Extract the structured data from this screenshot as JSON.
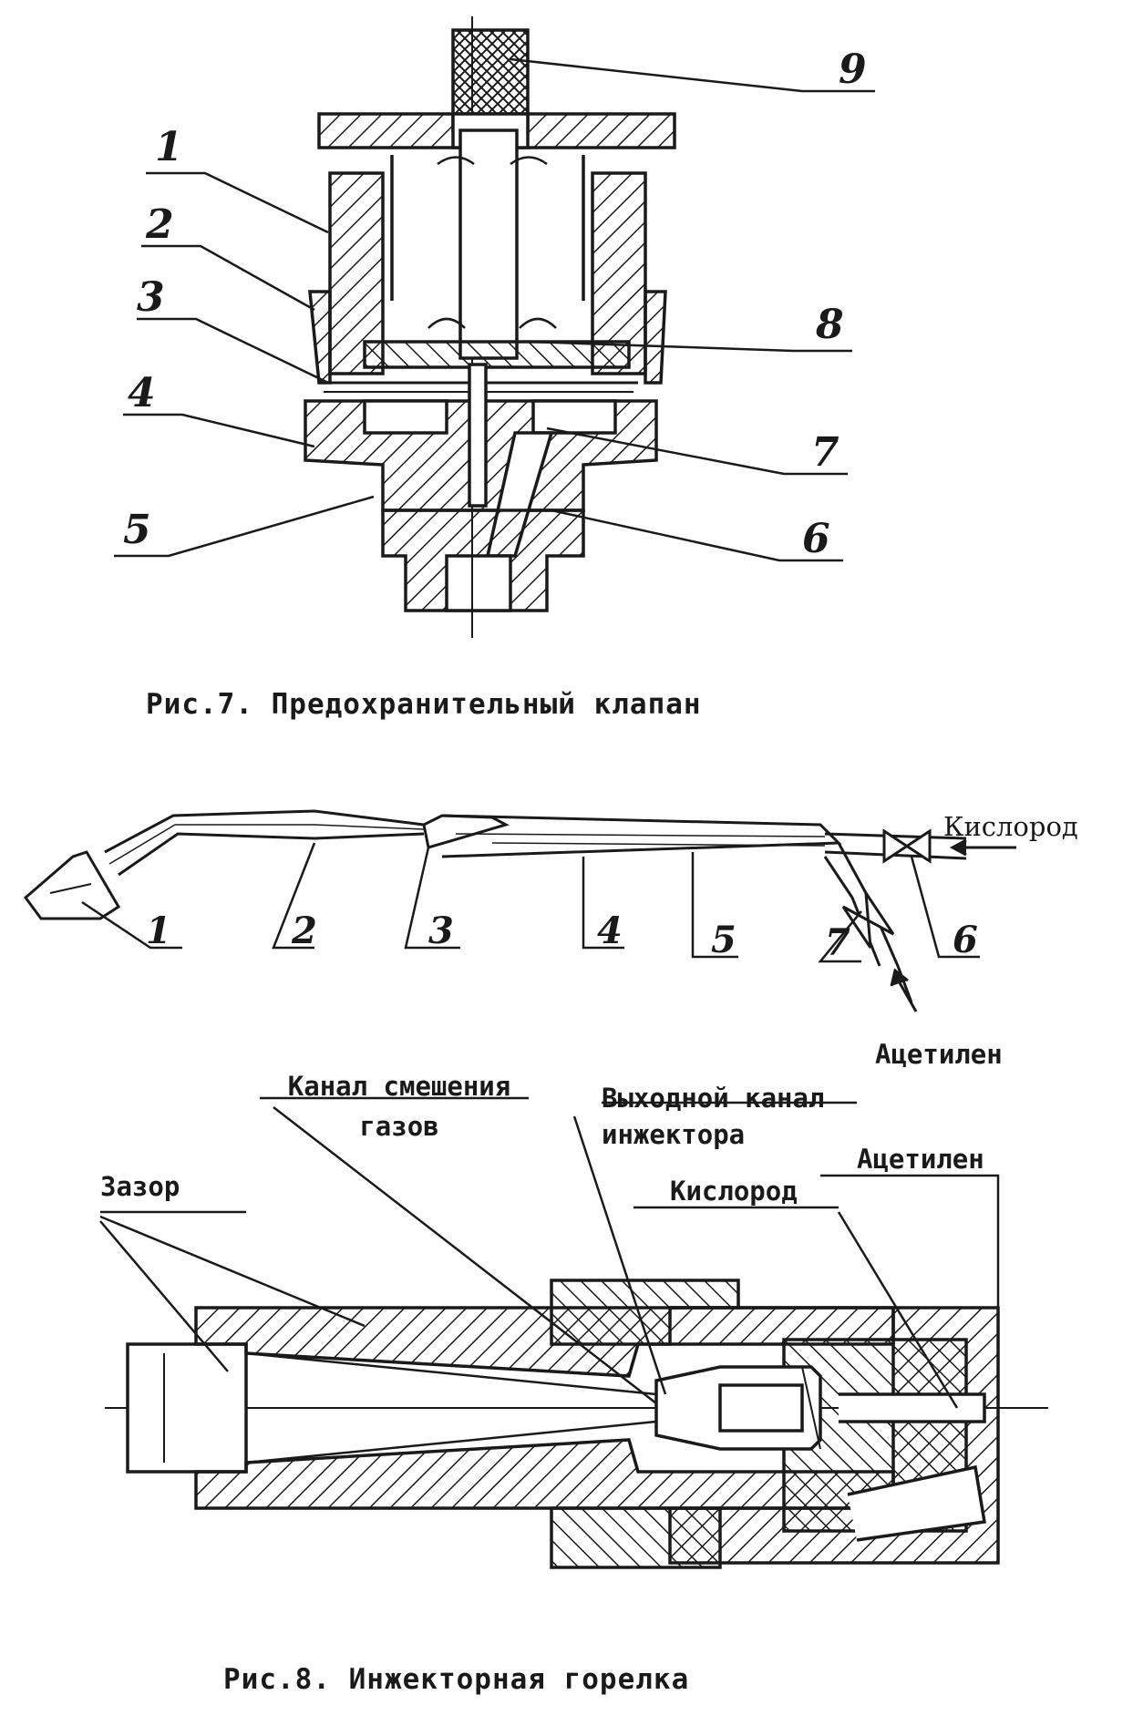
{
  "figure7": {
    "caption": "Рис.7. Предохранительный клапан",
    "callouts": [
      "1",
      "2",
      "3",
      "4",
      "5",
      "6",
      "7",
      "8",
      "9"
    ]
  },
  "torch_schematic": {
    "callouts": [
      "1",
      "2",
      "3",
      "4",
      "5",
      "7",
      "6"
    ],
    "oxygen_label": "Кислород",
    "acetylene_label": "Ацетилен"
  },
  "figure8": {
    "caption": "Рис.8. Инжекторная горелка",
    "labels": {
      "gap": "Зазор",
      "mixing_channel": "Канал смешения газов",
      "injector_outlet": "Выходной канал инжектора",
      "oxygen": "Кислород",
      "acetylene": "Ацетилен"
    }
  }
}
